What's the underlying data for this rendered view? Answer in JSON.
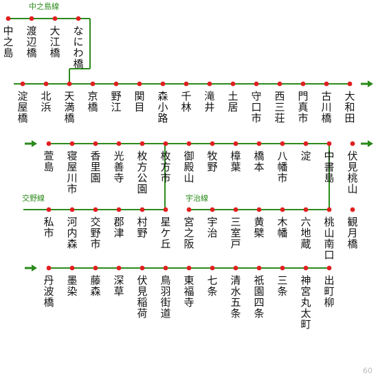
{
  "line_color": "#2a8a1a",
  "station_color": "#e02020",
  "line_labels": {
    "nakanoshima": "中之島線",
    "katano": "交野線",
    "uji": "宇治線"
  },
  "page_number": "60",
  "rows": [
    [
      "中之島",
      "渡辺橋",
      "大江橋",
      "なにわ橋"
    ],
    [
      "淀屋橋",
      "北浜",
      "天満橋",
      "京橋",
      "野江",
      "関目",
      "森小路",
      "千林",
      "滝井",
      "土居",
      "守口市",
      "西三荘",
      "門真市",
      "古川橋",
      "大和田"
    ],
    [
      "萱島",
      "寝屋川市",
      "香里園",
      "光善寺",
      "枚方公園",
      "枚方市",
      "御殿山",
      "牧野",
      "樟葉",
      "橋本",
      "八幡市",
      "淀",
      "中書島",
      "伏見桃山"
    ],
    [
      "私市",
      "河内森",
      "交野市",
      "郡津",
      "村野",
      "星ケ丘",
      "宮之阪",
      "宇治",
      "三室戸",
      "黄檗",
      "木幡",
      "六地蔵",
      "桃山南口",
      "観月橋"
    ],
    [
      "丹波橋",
      "墨染",
      "藤森",
      "深草",
      "伏見稲荷",
      "鳥羽街道",
      "東福寺",
      "七条",
      "清水五条",
      "祇園四条",
      "三条",
      "神宮丸太町",
      "出町柳"
    ]
  ]
}
